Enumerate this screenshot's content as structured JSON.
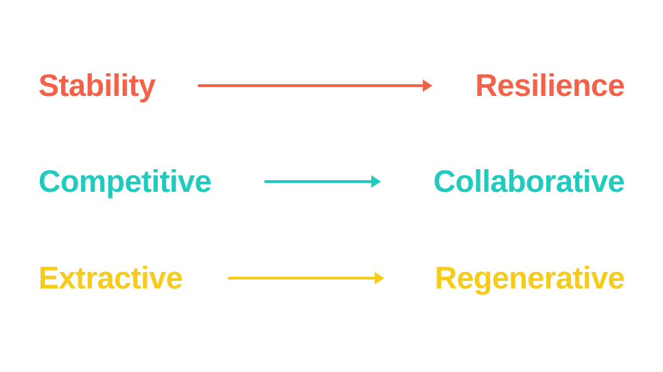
{
  "rows": [
    {
      "from": "Stability",
      "to": "Resilience",
      "color": "#f26148"
    },
    {
      "from": "Competitive",
      "to": "Collaborative",
      "color": "#1fcabe"
    },
    {
      "from": "Extractive",
      "to": "Regenerative",
      "color": "#f6cb1a"
    }
  ]
}
